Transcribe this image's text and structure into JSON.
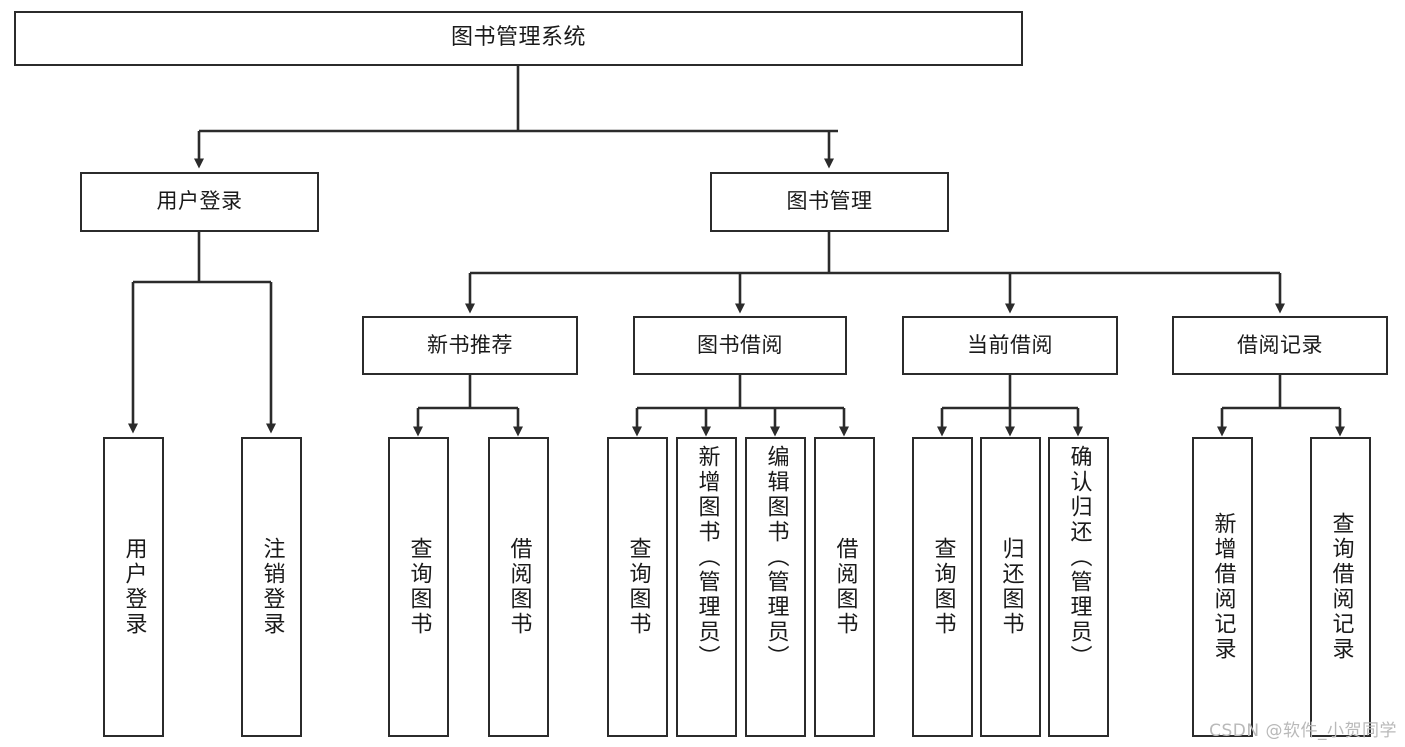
{
  "diagram": {
    "title": "图书管理系统",
    "watermark": "CSDN @软件_小贺同学",
    "levels": {
      "root": {
        "label": "图书管理系统"
      },
      "level2": [
        {
          "label": "用户登录"
        },
        {
          "label": "图书管理"
        }
      ],
      "level3": [
        {
          "label": "新书推荐"
        },
        {
          "label": "图书借阅"
        },
        {
          "label": "当前借阅"
        },
        {
          "label": "借阅记录"
        }
      ],
      "leaves": {
        "user_login": [
          {
            "label": "用户登录"
          },
          {
            "label": "注销登录"
          }
        ],
        "new_book_recommend": [
          {
            "label": "查询图书"
          },
          {
            "label": "借阅图书"
          }
        ],
        "book_borrow": [
          {
            "label": "查询图书"
          },
          {
            "label": "新增图书（管理员）"
          },
          {
            "label": "编辑图书（管理员）"
          },
          {
            "label": "借阅图书"
          }
        ],
        "current_borrow": [
          {
            "label": "查询图书"
          },
          {
            "label": "归还图书"
          },
          {
            "label": "确认归还（管理员）"
          }
        ],
        "borrow_records": [
          {
            "label": "新增借阅记录"
          },
          {
            "label": "查询借阅记录"
          }
        ]
      }
    },
    "colors": {
      "border": "#2b2b2b",
      "text": "#1a1a1a",
      "background": "#ffffff",
      "watermark": "#b9b9b9"
    }
  }
}
